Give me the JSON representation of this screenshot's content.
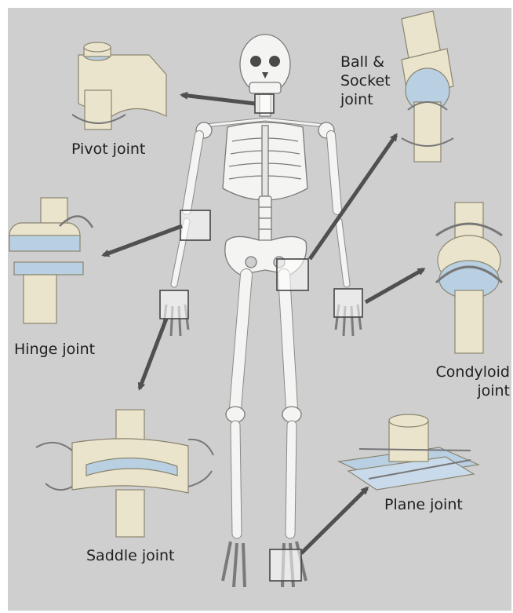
{
  "diagram": {
    "joints": [
      {
        "id": "pivot",
        "label": "Pivot joint"
      },
      {
        "id": "ball-socket",
        "label": "Ball & Socket joint"
      },
      {
        "id": "hinge",
        "label": "Hinge joint"
      },
      {
        "id": "condyloid",
        "label": "Condyloid joint"
      },
      {
        "id": "saddle",
        "label": "Saddle joint"
      },
      {
        "id": "plane",
        "label": "Plane joint"
      }
    ]
  },
  "colors": {
    "background": "#cfcfcf",
    "bone": "#f4f4f2",
    "joint_model": "#ebe4cc",
    "cartilage": "#b9cfe2",
    "arrow": "#505050"
  }
}
